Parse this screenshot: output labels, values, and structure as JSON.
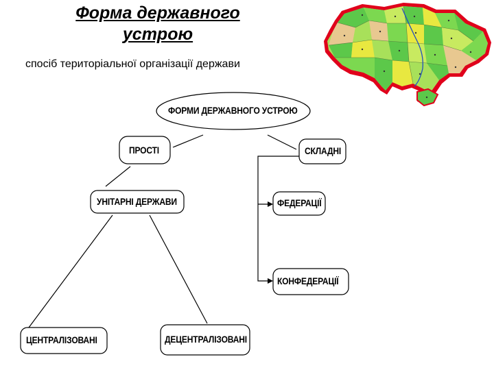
{
  "header": {
    "title_line1": "Форма державного",
    "title_line2": "устрою",
    "subtitle": "спосіб територіальної організації держави"
  },
  "diagram": {
    "root": "ФОРМИ ДЕРЖАВНОГО УСТРОЮ",
    "simple": "ПРОСТІ",
    "complex": "СКЛАДНІ",
    "unitary": "УНІТАРНІ ДЕРЖАВИ",
    "federations": "ФЕДЕРАЦІЇ",
    "confederations": "КОНФЕДЕРАЦІЇ",
    "centralized": "ЦЕНТРАЛІЗОВАНІ",
    "decentralized": "ДЕЦЕНТРАЛІЗОВАНІ"
  },
  "colors": {
    "map_border": "#e0001b",
    "map_green_light": "#a8e05a",
    "map_green": "#5cc84a",
    "map_yellow": "#e8e840",
    "map_tan": "#e8c890",
    "map_lines": "#4a6a3a"
  }
}
